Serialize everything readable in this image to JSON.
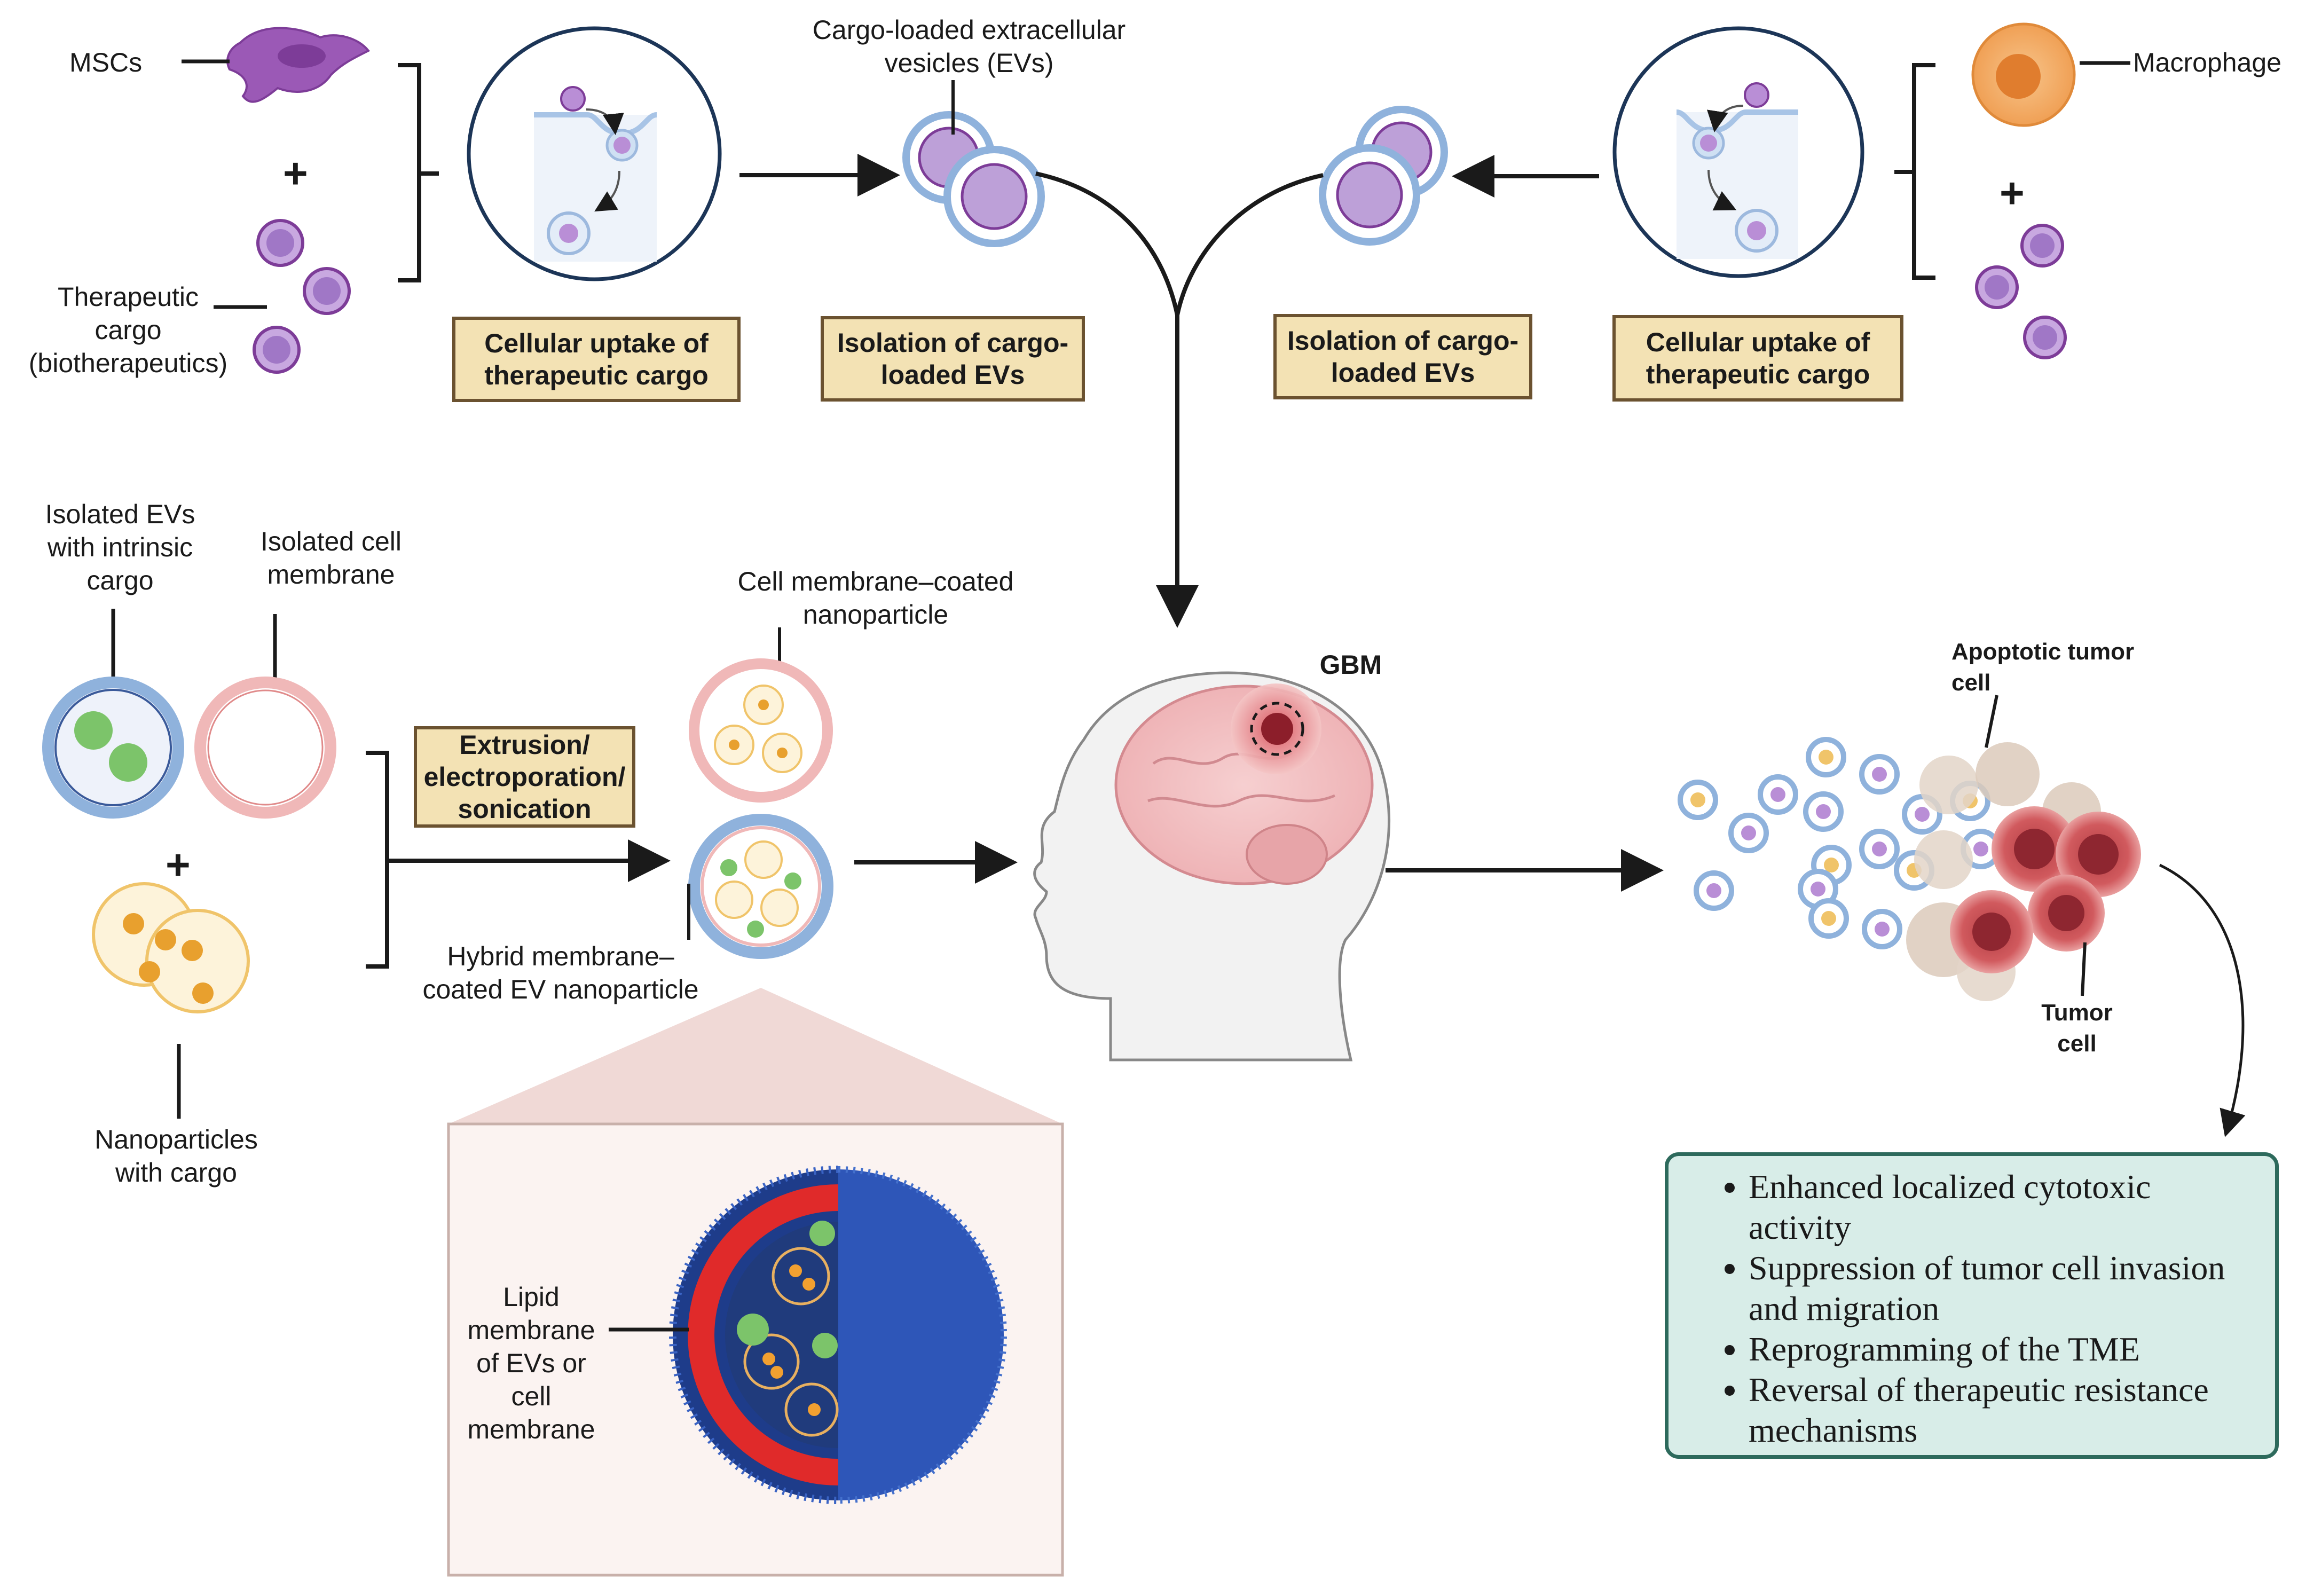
{
  "top_left": {
    "mscs_label": "MSCs",
    "cargo_label": "Therapeutic\ncargo\n(biotherapeutics)",
    "plus": "+",
    "uptake_box": "Cellular uptake of\ntherapeutic cargo",
    "isolation_box": "Isolation of cargo-\nloaded EVs",
    "evs_label": "Cargo-loaded extracellular\nvesicles (EVs)"
  },
  "top_right": {
    "macrophage_label": "Macrophage",
    "plus": "+",
    "uptake_box": "Cellular uptake of\ntherapeutic cargo",
    "isolation_box": "Isolation of cargo-\nloaded EVs"
  },
  "hybrid_section": {
    "isolated_evs_label": "Isolated EVs\nwith intrinsic\ncargo",
    "isolated_membrane_label": "Isolated cell\nmembrane",
    "nanoparticles_label": "Nanoparticles\nwith cargo",
    "plus": "+",
    "method_box": "Extrusion/\nelectroporation/\nsonication",
    "coated_np_label": "Cell membrane–coated\nnanoparticle",
    "hybrid_label": "Hybrid membrane–\ncoated EV nanoparticle",
    "lipid_label": "Lipid\nmembrane\nof EVs or\ncell\nmembrane"
  },
  "brain": {
    "gbm_label": "GBM"
  },
  "tumor": {
    "apoptotic_label": "Apoptotic tumor\ncell",
    "tumor_label": "Tumor\ncell"
  },
  "outcomes": [
    "Enhanced localized cytotoxic activity",
    "Suppression of tumor cell invasion and migration",
    "Reprogramming of the TME",
    "Reversal of therapeutic resistance mechanisms"
  ],
  "colors": {
    "msc": "#8e44ad",
    "ev_membrane": "#8fb2dc",
    "cargo_virus": "#9a6fc0",
    "step_box": "#f3e2b4",
    "macrophage": "#f2a45c",
    "pink_membrane": "#f0b8b8",
    "tumor": "#c5474c",
    "apoptotic": "#d9c7b8",
    "outcome_box": "#d8ede8",
    "lipid_red": "#e02a2a",
    "lipid_blue": "#2e56b8"
  }
}
